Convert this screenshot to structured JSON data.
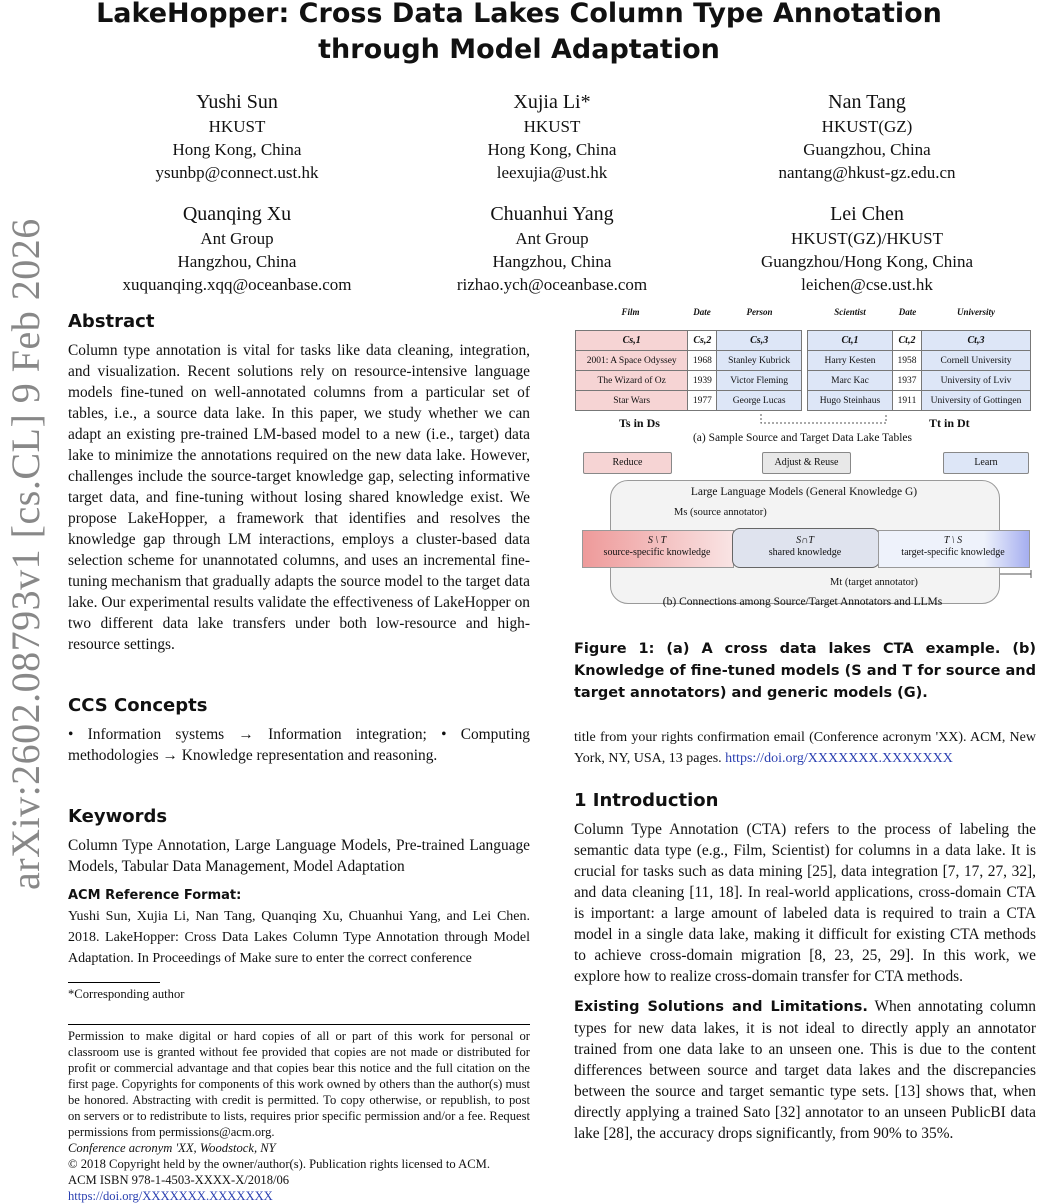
{
  "title_line1": "LakeHopper: Cross Data Lakes Column Type Annotation",
  "title_line2": "through Model Adaptation",
  "authors": [
    {
      "name": "Yushi Sun",
      "affil": "HKUST",
      "loc": "Hong Kong, China",
      "email": "ysunbp@connect.ust.hk"
    },
    {
      "name": "Xujia Li*",
      "affil": "HKUST",
      "loc": "Hong Kong, China",
      "email": "leexujia@ust.hk"
    },
    {
      "name": "Nan Tang",
      "affil": "HKUST(GZ)",
      "loc": "Guangzhou, China",
      "email": "nantang@hkust-gz.edu.cn"
    },
    {
      "name": "Quanqing Xu",
      "affil": "Ant Group",
      "loc": "Hangzhou, China",
      "email": "xuquanqing.xqq@oceanbase.com"
    },
    {
      "name": "Chuanhui Yang",
      "affil": "Ant Group",
      "loc": "Hangzhou, China",
      "email": "rizhao.ych@oceanbase.com"
    },
    {
      "name": "Lei Chen",
      "affil": "HKUST(GZ)/HKUST",
      "loc": "Guangzhou/Hong Kong, China",
      "email": "leichen@cse.ust.hk"
    }
  ],
  "arxiv": "arXiv:2602.08793v1  [cs.CL]  9 Feb 2026",
  "abstract_heading": "Abstract",
  "abstract": "Column type annotation is vital for tasks like data cleaning, integration, and visualization. Recent solutions rely on resource-intensive language models fine-tuned on well-annotated columns from a particular set of tables, i.e., a source data lake. In this paper, we study whether we can adapt an existing pre-trained LM-based model to a new (i.e., target) data lake to minimize the annotations required on the new data lake. However, challenges include the source-target knowledge gap, selecting informative target data, and fine-tuning without losing shared knowledge exist. We propose LakeHopper, a framework that identifies and resolves the knowledge gap through LM interactions, employs a cluster-based data selection scheme for unannotated columns, and uses an incremental fine-tuning mechanism that gradually adapts the source model to the target data lake. Our experimental results validate the effectiveness of LakeHopper on two different data lake transfers under both low-resource and high-resource settings.",
  "ccs_heading": "CCS Concepts",
  "ccs": "• Information systems → Information integration; • Computing methodologies → Knowledge representation and reasoning.",
  "keywords_heading": "Keywords",
  "keywords": "Column Type Annotation, Large Language Models, Pre-trained Language Models, Tabular Data Management, Model Adaptation",
  "acm_ref_heading": "ACM Reference Format:",
  "acm_ref": "Yushi Sun, Xujia Li, Nan Tang, Quanqing Xu, Chuanhui Yang, and Lei Chen. 2018. LakeHopper: Cross Data Lakes Column Type Annotation through Model Adaptation. In Proceedings of Make sure to enter the correct conference",
  "acm_ref_cont": "title from your rights confirmation email (Conference acronym 'XX). ACM, New York, NY, USA, 13 pages.",
  "acm_ref_pages": "13",
  "doi_link": "https://doi.org/XXXXXXX.XXXXXXX",
  "footnote": "*Corresponding author",
  "permission": "Permission to make digital or hard copies of all or part of this work for personal or classroom use is granted without fee provided that copies are not made or distributed for profit or commercial advantage and that copies bear this notice and the full citation on the first page. Copyrights for components of this work owned by others than the author(s) must be honored. Abstracting with credit is permitted. To copy otherwise, or republish, to post on servers or to redistribute to lists, requires prior specific permission and/or a fee. Request permissions from permissions@acm.org.",
  "conf": "Conference acronym 'XX, Woodstock, NY",
  "copyright": "© 2018 Copyright held by the owner/author(s). Publication rights licensed to ACM.",
  "isbn": "ACM ISBN 978-1-4503-XXXX-X/2018/06",
  "figure": {
    "src_types": [
      "Film",
      "Date",
      "Person"
    ],
    "tgt_types": [
      "Scientist",
      "Date",
      "University"
    ],
    "src_cols": [
      "Cs,1",
      "Cs,2",
      "Cs,3"
    ],
    "tgt_cols": [
      "Ct,1",
      "Ct,2",
      "Ct,3"
    ],
    "src_rows": [
      [
        "2001: A Space Odyssey",
        "1968",
        "Stanley Kubrick"
      ],
      [
        "The Wizard of Oz",
        "1939",
        "Victor Fleming"
      ],
      [
        "Star Wars",
        "1977",
        "George Lucas"
      ]
    ],
    "tgt_rows": [
      [
        "Harry Kesten",
        "1958",
        "Cornell University"
      ],
      [
        "Marc Kac",
        "1937",
        "University of Lviv"
      ],
      [
        "Hugo Steinhaus",
        "1911",
        "University of Gottingen"
      ]
    ],
    "ts_label": "Ts in Ds",
    "tt_label": "Tt in Dt",
    "caption_a": "(a) Sample Source and Target Data Lake Tables",
    "btn_reduce": "Reduce",
    "btn_adjust": "Adjust & Reuse",
    "btn_learn": "Learn",
    "llm_label": "Large Language Models (General Knowledge G)",
    "ms_label": "Ms (source annotator)",
    "mt_label": "Mt (target annotator)",
    "seg1_top": "S \\ T",
    "seg1_bot": "source-specific knowledge",
    "seg2_top": "S∩T",
    "seg2_bot": "shared knowledge",
    "seg3_top": "T \\ S",
    "seg3_bot": "target-specific knowledge",
    "caption_b": "(b) Connections among Source/Target Annotators and LLMs"
  },
  "fig_caption": "Figure 1: (a) A cross data lakes CTA example. (b) Knowledge of fine-tuned models (S and T for source and target annotators) and generic models (G).",
  "intro_heading": "1   Introduction",
  "intro_p1": "Column Type Annotation (CTA) refers to the process of labeling the semantic data type (e.g., Film, Scientist) for columns in a data lake. It is crucial for tasks such as data mining [25], data integration [7, 17, 27, 32], and data cleaning [11, 18]. In real-world applications, cross-domain CTA is important: a large amount of labeled data is required to train a CTA model in a single data lake, making it difficult for existing CTA methods to achieve cross-domain migration [8, 23, 25, 29]. In this work, we explore how to realize cross-domain transfer for CTA methods.",
  "intro_p2_head": "Existing Solutions and Limitations.",
  "intro_p2": "When annotating column types for new data lakes, it is not ideal to directly apply an annotator trained from one data lake to an unseen one. This is due to the content differences between source and target data lakes and the discrepancies between the source and target semantic type sets. [13] shows that, when directly applying a trained Sato [32] annotator to an unseen PublicBI data lake [28], the accuracy drops significantly, from 90% to 35%."
}
